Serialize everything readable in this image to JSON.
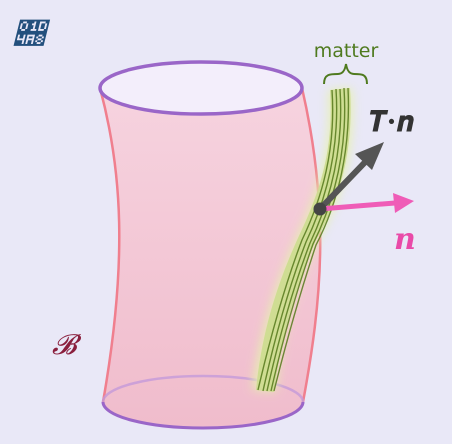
{
  "diagram": {
    "labels": {
      "manifold": "𝒨",
      "boundary": "𝓑",
      "matter": "matter",
      "stress_vector": "𝑻·𝒏",
      "normal": "𝒏"
    },
    "colors": {
      "background": "#e9e8f7",
      "tube_fill": "#f4c8d6",
      "tube_edge": "#f07f8e",
      "rims": "#9a66c8",
      "matter_fill": "#cddc90",
      "matter_glow": "#e6f0b0",
      "matter_strands": "#56791c",
      "matter_label": "#4f7a1f",
      "arrow_T": "#555555",
      "arrow_n": "#ef5cb7",
      "label_manifold": "#23507d",
      "label_boundary": "#8a1f3d"
    }
  }
}
